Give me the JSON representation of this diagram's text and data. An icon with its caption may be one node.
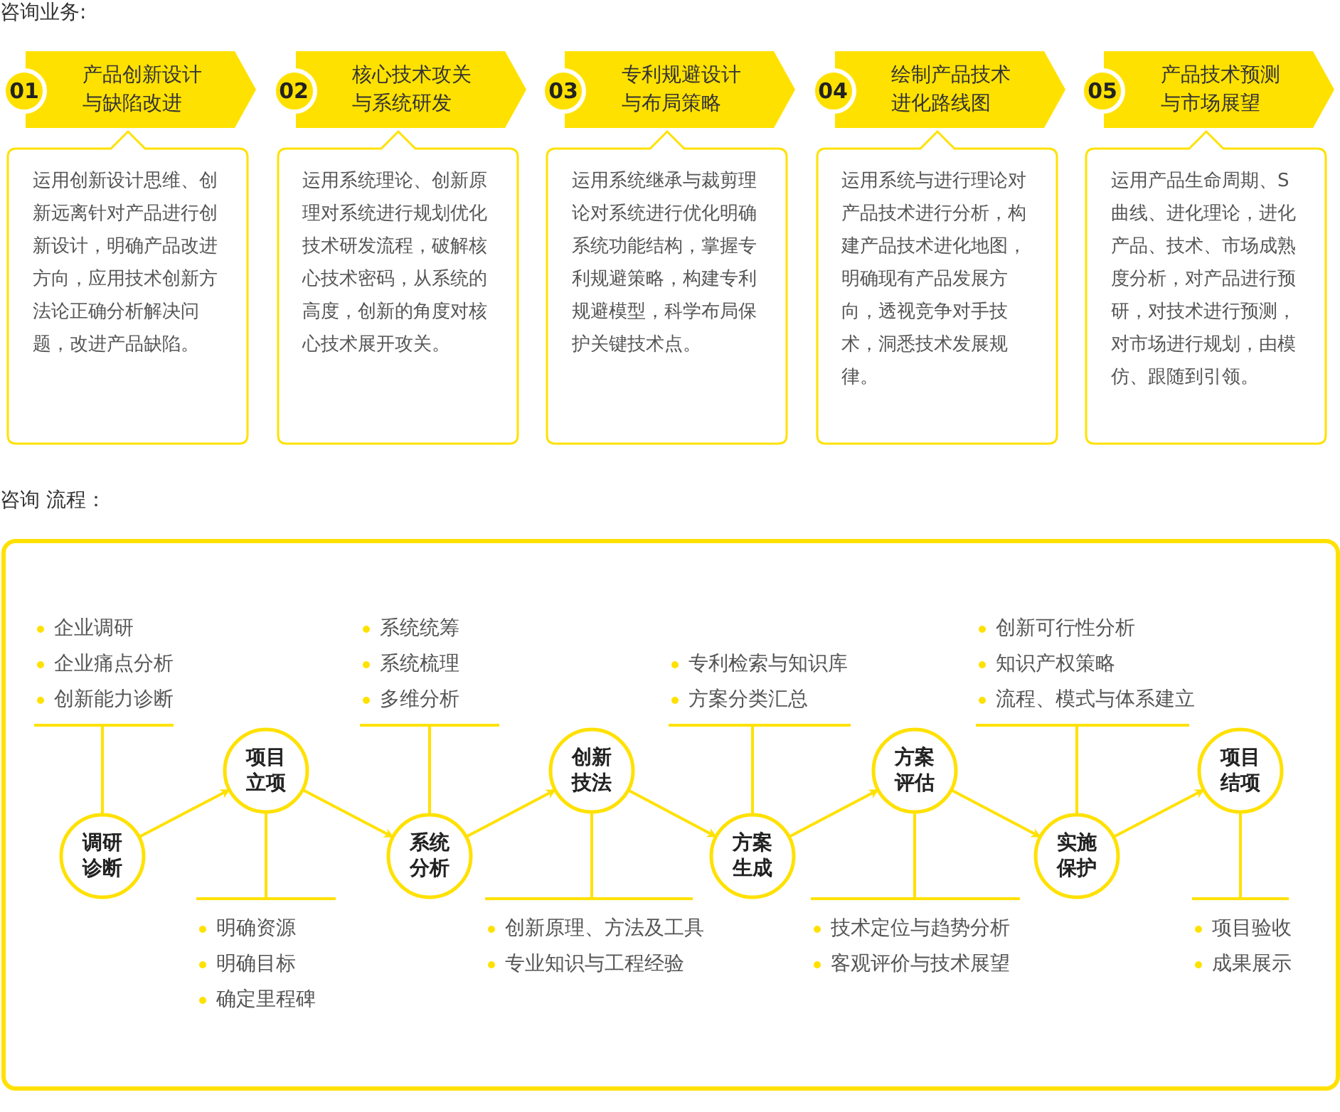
{
  "diagram": {
    "nodes": [
      {
        "text": [
          "01",
          "产品创新设计与缺陷改进"
        ]
      },
      {
        "text": [
          "运用创新设计思维、创新远离针对产品进行创新设计，明确产品改进方向，应用技术创新方法论正确分析解决问题，改进产品缺陷。"
        ]
      },
      {
        "text": [
          "02",
          "核心技术攻关与系统研发"
        ]
      },
      {
        "text": [
          "运用系统理论、创新原理对系统进行规划优化技术研发流程，破解核心技术密码，从系统的高度，创新的角度对核心技术展开攻关。"
        ]
      },
      {
        "text": [
          "03",
          "专利规避设计与布局策略"
        ]
      },
      {
        "text": [
          "运用系统继承与裁剪理论对系统进行优化明确系统功能结构，掌握专利规避策略，构建专利规避模型，科学布局保护关键技术点。"
        ]
      },
      {
        "text": [
          "04",
          "绘制产品技术进化路线图"
        ]
      },
      {
        "text": [
          "运用系统与进行理论对产品技术进行分析，构建产品技术进化地图，明确现有产品发展方向，透视竞争对手技术，洞悉技术发展规律。"
        ]
      },
      {
        "text": [
          "05",
          "产品技术预测与市场展望"
        ]
      },
      {
        "text": [
          "运用产品生命周期、S曲线、进化理论，进化产品、技术、市场成熟度分析，对产品进行预研，对技术进行预测，对市场进行规划，由模仿、跟随到引领。"
        ]
      },
      {
        "text": [
          "企业调研",
          "企业痛点分析",
          "创新能力诊断"
        ]
      },
      {
        "text": [
          "调研诊断"
        ]
      },
      {
        "text": [
          "项目立项"
        ]
      },
      {
        "text": [
          "明确资源",
          "明确目标",
          "确定里程碑"
        ]
      },
      {
        "text": [
          "系统统筹",
          "系统梳理",
          "多维分析"
        ]
      },
      {
        "text": [
          "系统分析"
        ]
      },
      {
        "text": [
          "创新技法"
        ]
      },
      {
        "text": [
          "创新原理、方法及工具",
          "专业知识与工程经验"
        ]
      },
      {
        "text": [
          "专利检索与知识库",
          "方案分类汇总"
        ]
      },
      {
        "text": [
          "方案生成"
        ]
      },
      {
        "text": [
          "方案评估"
        ]
      },
      {
        "text": [
          "技术定位与趋势分析",
          "客观评价与技术展望"
        ]
      },
      {
        "text": [
          "创新可行性分析",
          "知识产权策略",
          "流程、模式与体系建立"
        ]
      },
      {
        "text": [
          "实施保护"
        ]
      },
      {
        "text": [
          "项目结项"
        ]
      },
      {
        "text": [
          "项目验收",
          "成果展示"
        ]
      }
    ],
    "edges": [
      {
        "from": 11,
        "to": 12,
        "arrow": "to"
      },
      {
        "from": 12,
        "to": 15,
        "arrow": "to"
      },
      {
        "from": 15,
        "to": 16,
        "arrow": "to"
      },
      {
        "from": 16,
        "to": 19,
        "arrow": "to"
      },
      {
        "from": 19,
        "to": 20,
        "arrow": "to"
      },
      {
        "from": 20,
        "to": 23,
        "arrow": "to"
      },
      {
        "from": 23,
        "to": 24,
        "arrow": "to"
      },
      {
        "from": 11,
        "to": 10,
        "arrow": "none"
      },
      {
        "from": 12,
        "to": 13,
        "arrow": "none"
      },
      {
        "from": 15,
        "to": 14,
        "arrow": "none"
      },
      {
        "from": 16,
        "to": 17,
        "arrow": "none"
      },
      {
        "from": 19,
        "to": 18,
        "arrow": "none"
      },
      {
        "from": 20,
        "to": 21,
        "arrow": "none"
      },
      {
        "from": 23,
        "to": 22,
        "arrow": "none"
      },
      {
        "from": 24,
        "to": 25,
        "arrow": "none"
      }
    ],
    "labels": [
      "咨询业务:",
      "咨询 流程："
    ]
  }
}
